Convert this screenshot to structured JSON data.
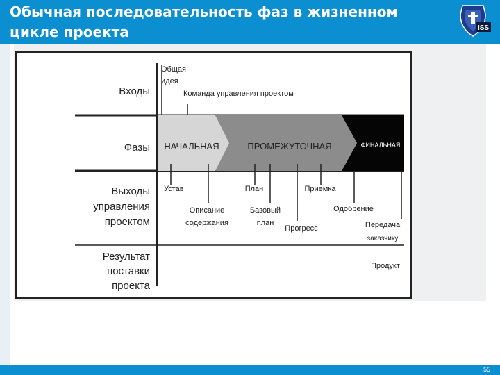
{
  "slide": {
    "title": "Обычная последовательность фаз в жизненном цикле проекта",
    "page_number": "55",
    "logo_text": "ISS",
    "header_color": "#0b8fd0"
  },
  "diagram": {
    "rows": {
      "inputs": "Входы",
      "phases": "Фазы",
      "outputs": [
        "Выходы",
        "управления",
        "проектом"
      ],
      "result": [
        "Результат",
        "поставки",
        "проекта"
      ]
    },
    "inputs": {
      "idea": [
        "Общая",
        "идея"
      ],
      "team": "Команда управления проектом"
    },
    "phases": {
      "initial": "НАЧАЛЬНАЯ",
      "intermediate": "ПРОМЕЖУТОЧНАЯ",
      "final": "ФИНАЛЬНАЯ"
    },
    "outputs": {
      "charter": "Устав",
      "scope": [
        "Описание",
        "содержания"
      ],
      "plan": "План",
      "baseline": [
        "Базовый",
        "план"
      ],
      "progress": "Прогресс",
      "acceptance": "Приемка",
      "approval": "Одобрение",
      "handover": [
        "Передача",
        "заказчику"
      ]
    },
    "result": {
      "product": "Продукт"
    }
  }
}
